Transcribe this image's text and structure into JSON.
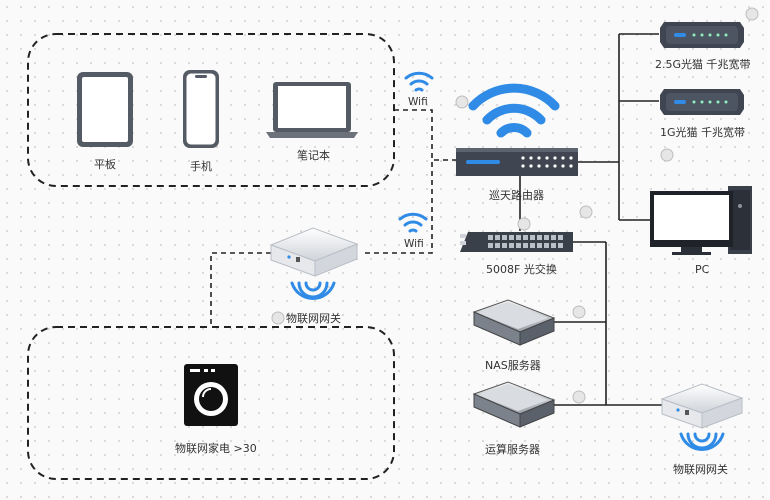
{
  "groups": {
    "mobile_devices": [
      "平板",
      "手机",
      "笔记本"
    ],
    "appliances": "物联网家电 >30"
  },
  "links": {
    "wifi_top": "Wifi",
    "wifi_mid": "Wifi"
  },
  "devices": {
    "router": "巡天路由器",
    "switch": "5008F 光交换",
    "iot_gateway_left": "物联网网关",
    "iot_gateway_right": "物联网网关",
    "nas": "NAS服务器",
    "compute": "运算服务器",
    "modem_25g": "2.5G光猫  千兆宽带",
    "modem_1g": "1G光猫  千兆宽带",
    "pc": "PC"
  },
  "colors": {
    "wifi_blue": "#2f8be6",
    "device_gray": "#4d5563",
    "line": "#222222"
  }
}
